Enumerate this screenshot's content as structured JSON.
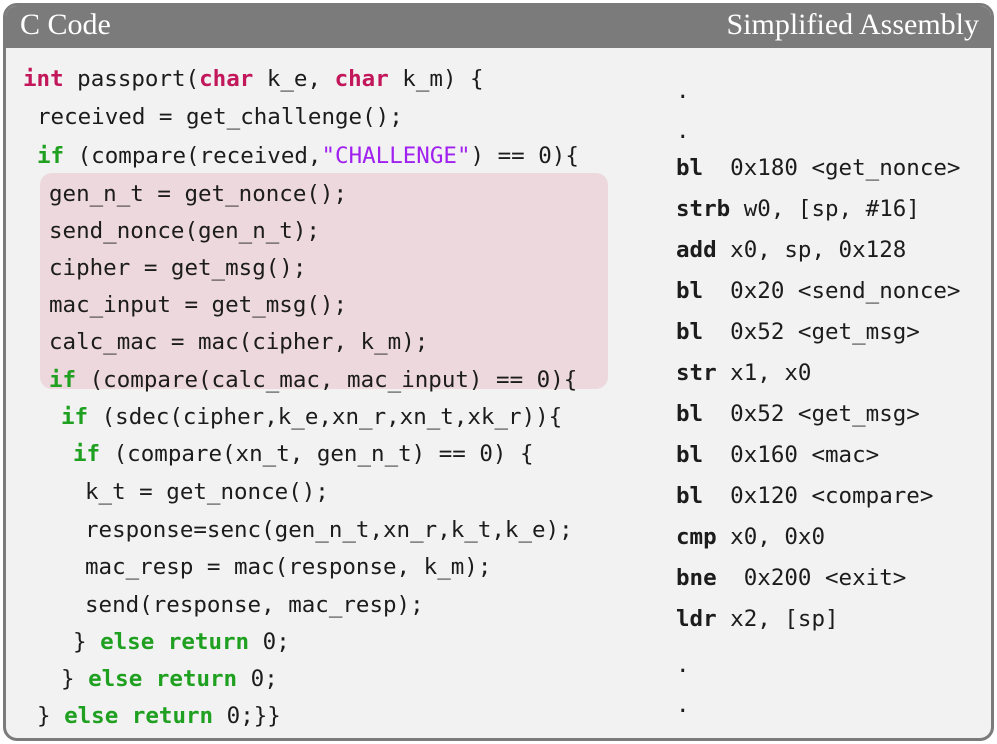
{
  "header": {
    "left_title": "C Code",
    "right_title": "Simplified Assembly"
  },
  "code": {
    "l1_type1": "int",
    "l1_fn": " passport(",
    "l1_type2": "char",
    "l1_p1": " k_e, ",
    "l1_type3": "char",
    "l1_p2": " k_m) {",
    "l2": "received = get_challenge();",
    "l3_kw": "if",
    "l3_a": " (compare(received,",
    "l3_str": "\"CHALLENGE\"",
    "l3_b": ") == 0){",
    "l4": "gen_n_t = get_nonce();",
    "l5": "send_nonce(gen_n_t);",
    "l6": "cipher = get_msg();",
    "l7": "mac_input = get_msg();",
    "l8": "calc_mac = mac(cipher, k_m);",
    "l9_kw": "if",
    "l9_a": " (compare(calc_mac, mac_input) == 0){",
    "l10_kw": "if",
    "l10_a": " (sdec(cipher,k_e,xn_r,xn_t,xk_r)){",
    "l11_kw": "if",
    "l11_a": " (compare(xn_t, gen_n_t) == 0) {",
    "l12": "k_t = get_nonce();",
    "l13": "response=senc(gen_n_t,xn_r,k_t,k_e);",
    "l14": "mac_resp = mac(response, k_m);",
    "l15": "send(response, mac_resp);",
    "l16_a": "} ",
    "l16_kw": "else return",
    "l16_b": " 0;",
    "l17_a": "} ",
    "l17_kw": "else return",
    "l17_b": " 0;",
    "l18_a": "} ",
    "l18_kw": "else return",
    "l18_b": " 0;}}"
  },
  "asm": {
    "dot1": ".",
    "dot2": ".",
    "a1_op": "bl",
    "a1_args": "  0x180 <get_nonce>",
    "a2_op": "strb",
    "a2_args": " w0, [sp, #16]",
    "a3_op": "add",
    "a3_args": " x0, sp, 0x128",
    "a4_op": "bl",
    "a4_args": "  0x20 <send_nonce>",
    "a5_op": "bl",
    "a5_args": "  0x52 <get_msg>",
    "a6_op": "str",
    "a6_args": " x1, x0",
    "a7_op": "bl",
    "a7_args": "  0x52 <get_msg>",
    "a8_op": "bl",
    "a8_args": "  0x160 <mac>",
    "a9_op": "bl",
    "a9_args": "  0x120 <compare>",
    "a10_op": "cmp",
    "a10_args": " x0, 0x0",
    "a11_op": "bne",
    "a11_args": "  0x200 <exit>",
    "a12_op": "ldr",
    "a12_args": " x2, [sp]",
    "dot3": ".",
    "dot4": "."
  },
  "colors": {
    "header_bg": "#7b7b7b",
    "panel_bg": "#f2f2f2",
    "highlight_bg": "#ecd8dd",
    "type_keyword": "#c2185b",
    "control_keyword": "#20a020",
    "string_literal": "#a020f0"
  }
}
